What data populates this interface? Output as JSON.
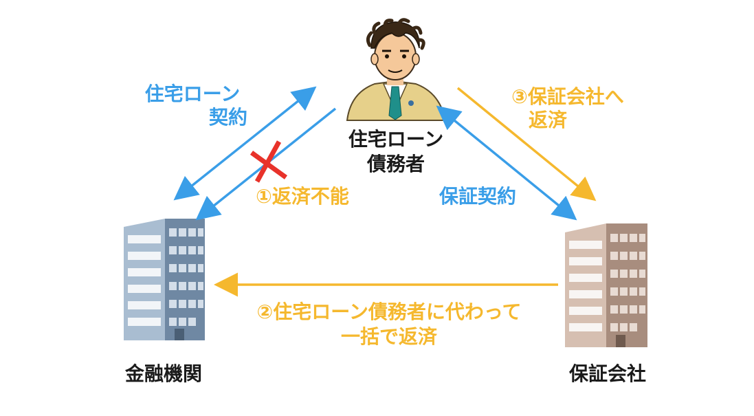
{
  "nodes": {
    "debtor": {
      "line1": "住宅ローン",
      "line2": "債務者"
    },
    "bank": "金融機関",
    "guarantor": "保証会社"
  },
  "edges": {
    "loan_contract": {
      "line1": "住宅ローン",
      "line2": "契約"
    },
    "default": "①返済不能",
    "subrogation": {
      "line1": "②住宅ローン債務者に代わって",
      "line2": "一括で返済"
    },
    "repay_guarantor": {
      "line1": "③保証会社へ",
      "line2": "返済"
    },
    "guarantee_contract": "保証契約"
  },
  "colors": {
    "blue_arrow": "#3a9ee8",
    "orange_arrow": "#f5b82e",
    "cross": "#e8322a",
    "bank_building": "#8fa7c0",
    "guarantor_building": "#c4a898"
  },
  "icons": [
    "debtor-person-icon",
    "bank-building-icon",
    "guarantor-building-icon",
    "cross-mark-icon"
  ]
}
